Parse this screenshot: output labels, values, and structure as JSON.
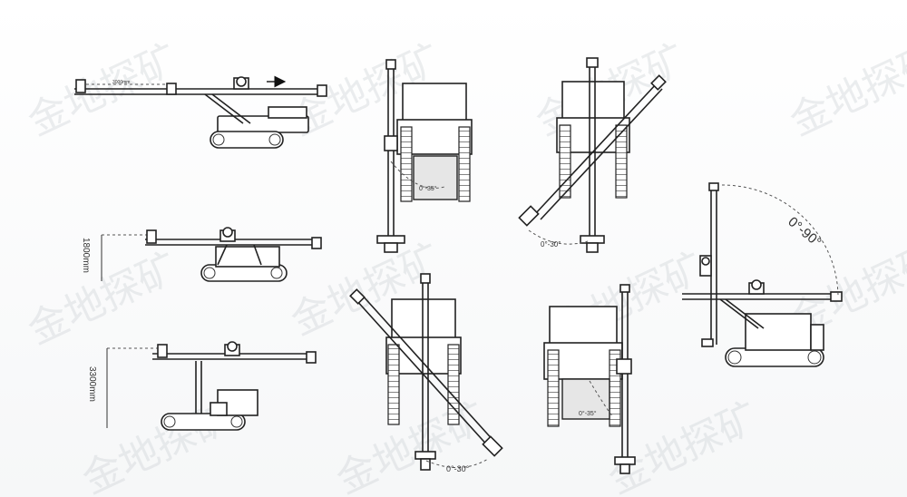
{
  "diagram": {
    "labels": {
      "length_small": "3000mm",
      "height_1": "1800mm",
      "height_2": "3300mm",
      "angle_front_1": "0°-35°",
      "angle_front_2": "0°-30°",
      "angle_front_3": "0°-30°",
      "angle_front_4": "0°-35°",
      "angle_side": "0°-90°"
    },
    "watermark": "金地探矿"
  }
}
